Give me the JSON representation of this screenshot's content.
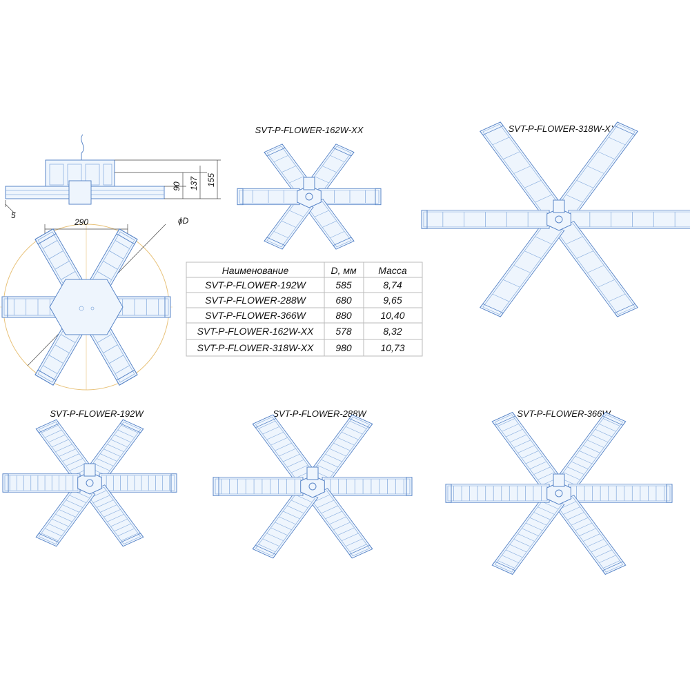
{
  "models": {
    "m162": "SVT-P-FLOWER-162W-XX",
    "m318": "SVT-P-FLOWER-318W-XX",
    "m192": "SVT-P-FLOWER-192W",
    "m288": "SVT-P-FLOWER-288W",
    "m366": "SVT-P-FLOWER-366W"
  },
  "dimensions": {
    "d5": "5",
    "d90": "90",
    "d137": "137",
    "d155": "155",
    "d290": "290",
    "diameter": "ϕD"
  },
  "table": {
    "headers": [
      "Наименование",
      "D, мм",
      "Масса"
    ],
    "rows": [
      [
        "SVT-P-FLOWER-192W",
        "585",
        "8,74"
      ],
      [
        "SVT-P-FLOWER-288W",
        "680",
        "9,65"
      ],
      [
        "SVT-P-FLOWER-366W",
        "880",
        "10,40"
      ],
      [
        "SVT-P-FLOWER-162W-XX",
        "578",
        "8,32"
      ],
      [
        "SVT-P-FLOWER-318W-XX",
        "980",
        "10,73"
      ]
    ]
  },
  "colors": {
    "line": "#5a86c8",
    "fill": "#eef5fd",
    "circle": "#e8c27a"
  }
}
